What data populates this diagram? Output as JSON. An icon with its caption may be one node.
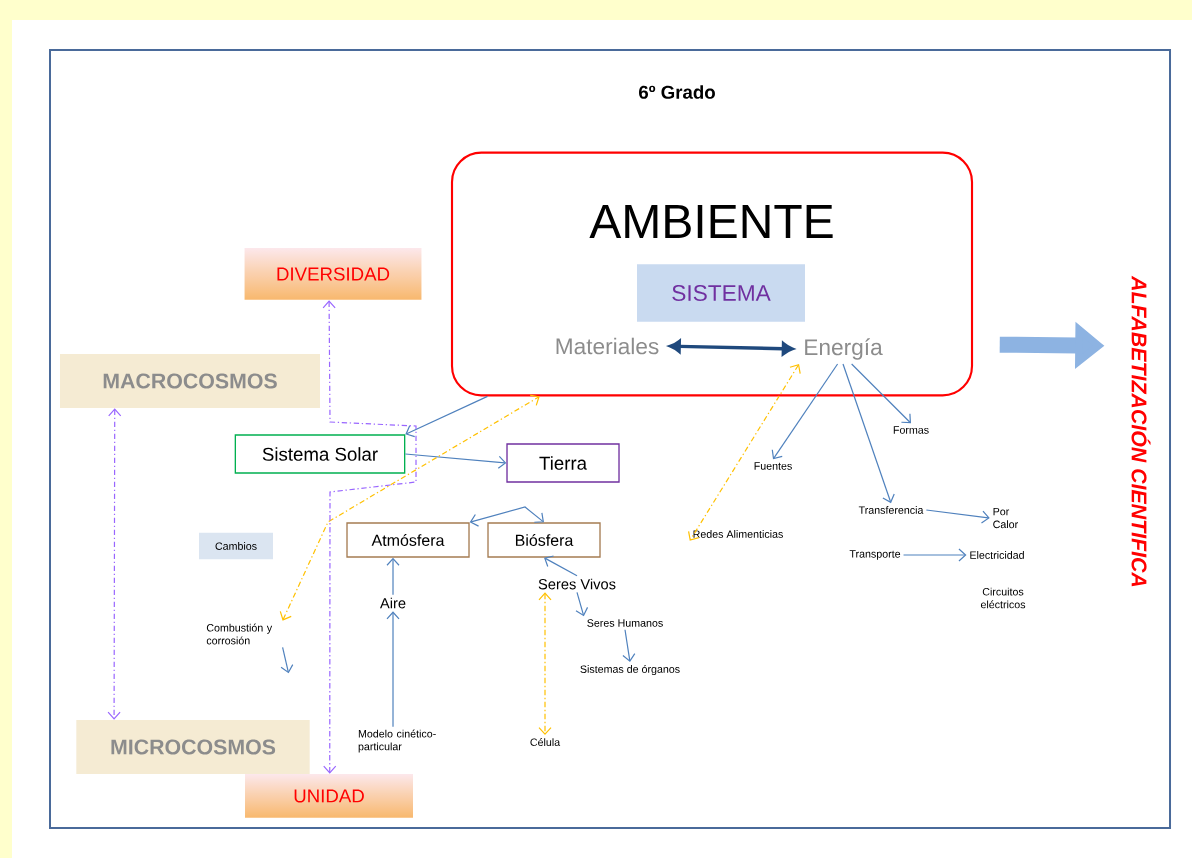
{
  "diagram": {
    "title": "6º Grado",
    "nodes": [
      {
        "text": [
          "AMBIENTE"
        ]
      },
      {
        "text": [
          "SISTEMA"
        ],
        "in": 0
      },
      {
        "text": [
          "Materiales"
        ],
        "in": 0
      },
      {
        "text": [
          "Energía"
        ],
        "in": 0
      },
      {
        "text": [
          "DIVERSIDAD"
        ]
      },
      {
        "text": [
          "MACROCOSMOS"
        ]
      },
      {
        "text": [
          "Sistema Solar"
        ]
      },
      {
        "text": [
          "Tierra"
        ]
      },
      {
        "text": [
          "Cambios"
        ]
      },
      {
        "text": [
          "Atmósfera"
        ]
      },
      {
        "text": [
          "Biósfera"
        ]
      },
      {
        "text": [
          "Seres Vivos"
        ]
      },
      {
        "text": [
          "Combustión y corrosión"
        ]
      },
      {
        "text": [
          "Aire"
        ]
      },
      {
        "text": [
          "Seres Humanos"
        ]
      },
      {
        "text": [
          "Sistemas de órganos"
        ]
      },
      {
        "text": [
          "Modelo cinético-particular"
        ]
      },
      {
        "text": [
          "Célula"
        ]
      },
      {
        "text": [
          "MICROCOSMOS"
        ]
      },
      {
        "text": [
          "UNIDAD"
        ]
      },
      {
        "text": [
          "Redes Alimenticias"
        ]
      },
      {
        "text": [
          "Fuentes"
        ]
      },
      {
        "text": [
          "Formas"
        ]
      },
      {
        "text": [
          "Transferencia"
        ]
      },
      {
        "text": [
          "Por Calor"
        ]
      },
      {
        "text": [
          "Transporte"
        ]
      },
      {
        "text": [
          "Electricidad"
        ]
      },
      {
        "text": [
          "Circuitos eléctricos"
        ]
      },
      {
        "text": [
          "ALFABETIZACIÓN CIENTIFICA"
        ]
      }
    ],
    "edges": [
      {
        "from": 2,
        "to": 3,
        "arrow": "both",
        "style": "thick",
        "color": "#1f497d"
      },
      {
        "from": 0,
        "to": 6,
        "arrow": "to"
      },
      {
        "from": 6,
        "to": 7,
        "arrow": "to"
      },
      {
        "from": 12,
        "to": 0,
        "arrow": "both",
        "style": "dashed",
        "color": "#ffc000"
      },
      {
        "from": 3,
        "to": 20,
        "arrow": "both",
        "style": "dashed",
        "color": "#ffc000"
      },
      {
        "from": 3,
        "to": 21,
        "arrow": "to"
      },
      {
        "from": 3,
        "to": 23,
        "arrow": "to"
      },
      {
        "from": 3,
        "to": 22,
        "arrow": "to"
      },
      {
        "from": 23,
        "to": 24,
        "arrow": "to"
      },
      {
        "from": 25,
        "to": 26,
        "arrow": "to"
      },
      {
        "from": 10,
        "to": 9,
        "arrow": "both"
      },
      {
        "from": 13,
        "to": 9,
        "arrow": "to"
      },
      {
        "from": 16,
        "to": 13,
        "arrow": "to"
      },
      {
        "from": 11,
        "to": 10,
        "arrow": "to"
      },
      {
        "from": 11,
        "to": 14,
        "arrow": "to"
      },
      {
        "from": 14,
        "to": 15,
        "arrow": "to"
      },
      {
        "from": 11,
        "to": 17,
        "arrow": "both",
        "style": "dashed",
        "color": "#ffc000"
      },
      {
        "from": 12,
        "to": null,
        "arrow": "to"
      },
      {
        "from": 5,
        "to": 18,
        "arrow": "both",
        "style": "dashed",
        "color": "#9966ff"
      },
      {
        "from": 4,
        "to": 19,
        "arrow": "both",
        "style": "dashed",
        "color": "#9966ff"
      },
      {
        "from": 0,
        "to": 28,
        "arrow": "to",
        "style": "thick",
        "color": "#8db3e2"
      }
    ]
  }
}
